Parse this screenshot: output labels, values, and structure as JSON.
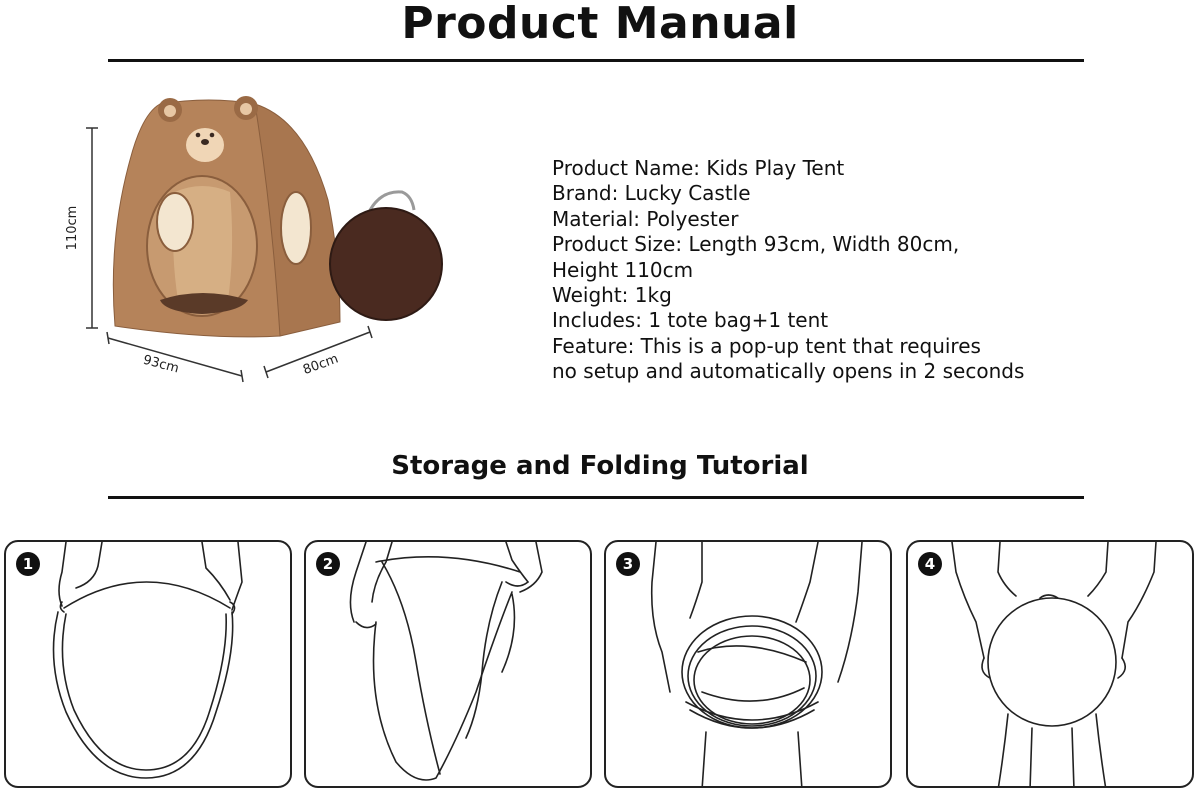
{
  "header": {
    "title": "Product Manual"
  },
  "figure": {
    "height_label": "110cm",
    "length_label": "93cm",
    "width_label": "80cm",
    "colors": {
      "tent": "#b5835a",
      "tent_dark": "#9a6a45",
      "tent_inner": "#d9b48a",
      "window": "#f3e6d0",
      "bag": "#4a2a20"
    }
  },
  "specs": {
    "lines": [
      "Product Name: Kids Play Tent",
      "Brand: Lucky Castle",
      "Material: Polyester",
      "Product Size: Length 93cm, Width 80cm,",
      "Height 110cm",
      "Weight: 1kg",
      "Includes: 1 tote bag+1 tent",
      "Feature: This is a pop-up tent that requires",
      "no setup and automatically opens in 2 seconds"
    ]
  },
  "tutorial": {
    "title": "Storage and Folding Tutorial",
    "steps": [
      {
        "number": "1",
        "illustration": "hands-holding-open-loop"
      },
      {
        "number": "2",
        "illustration": "hands-twisting-loop"
      },
      {
        "number": "3",
        "illustration": "hands-coiling-rings"
      },
      {
        "number": "4",
        "illustration": "hands-holding-folded-disc"
      }
    ]
  }
}
